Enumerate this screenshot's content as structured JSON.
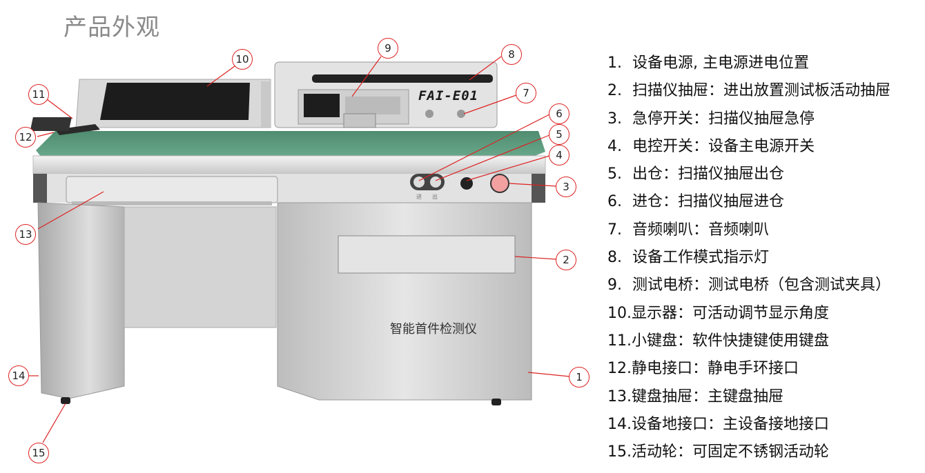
{
  "page_title": "产品外观",
  "figure": {
    "model_label": "FAI-E01",
    "product_name": "智能首件检测仪",
    "button_labels": [
      "进",
      "出"
    ],
    "callouts": [
      "1",
      "2",
      "3",
      "4",
      "5",
      "6",
      "7",
      "8",
      "9",
      "10",
      "11",
      "12",
      "13",
      "14",
      "15"
    ]
  },
  "legend": [
    {
      "num": "1.",
      "text": "设备电源, 主电源进电位置"
    },
    {
      "num": "2.",
      "text": "扫描仪抽屉：进出放置测试板活动抽屉"
    },
    {
      "num": "3.",
      "text": "急停开关：扫描仪抽屉急停"
    },
    {
      "num": "4.",
      "text": "电控开关：设备主电源开关"
    },
    {
      "num": "5.",
      "text": "出仓：扫描仪抽屉出仓"
    },
    {
      "num": "6.",
      "text": "进仓：扫描仪抽屉进仓"
    },
    {
      "num": "7.",
      "text": "音频喇叭：音频喇叭"
    },
    {
      "num": "8.",
      "text": "设备工作模式指示灯"
    },
    {
      "num": "9.",
      "text": "测试电桥：测试电桥（包含测试夹具）"
    },
    {
      "num": "10.",
      "text": "显示器：可活动调节显示角度"
    },
    {
      "num": "11.",
      "text": "小键盘：软件快捷键使用键盘"
    },
    {
      "num": "12.",
      "text": "静电接口：静电手环接口"
    },
    {
      "num": "13.",
      "text": "键盘抽屉：主键盘抽屉"
    },
    {
      "num": "14.",
      "text": "设备地接口：主设备接地接口"
    },
    {
      "num": "15.",
      "text": "活动轮：可固定不锈钢活动轮"
    }
  ],
  "colors": {
    "callout_border": "#dd2222",
    "desk_top": "#5d9b80",
    "cabinet": "#c8c8c8"
  }
}
